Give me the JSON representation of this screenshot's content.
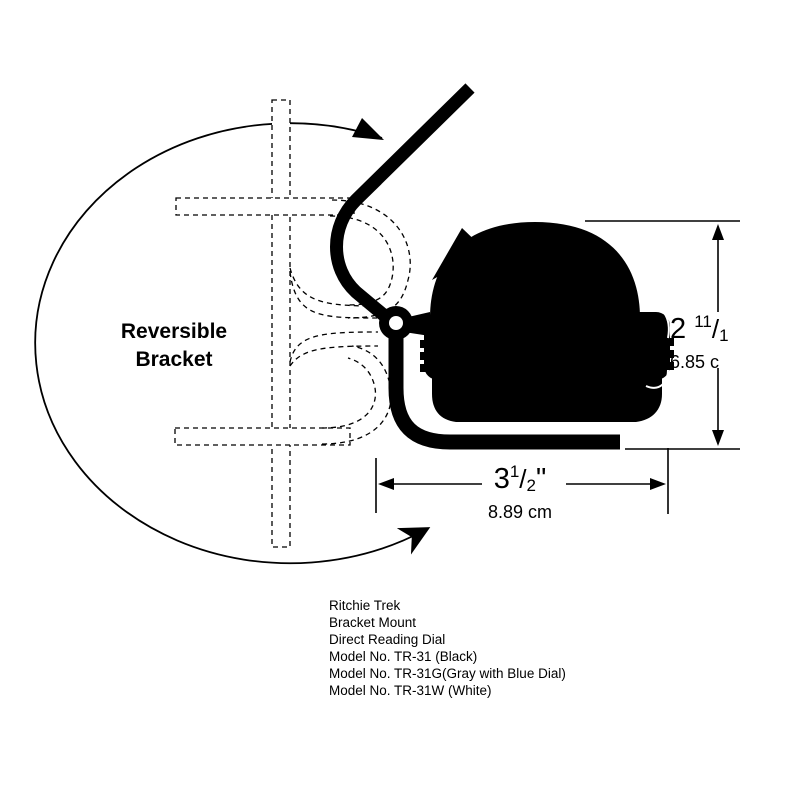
{
  "caption": {
    "line1": "Reversible",
    "line2": "Bracket"
  },
  "height_dimension": {
    "whole": "2",
    "fraction_numerator": "11",
    "fraction_slash": "/",
    "fraction_denominator": "1",
    "metric": "6.85 c"
  },
  "width_dimension": {
    "whole": "3",
    "fraction_numerator": "1",
    "fraction_slash": "/",
    "fraction_denominator": "2",
    "unit": "\"",
    "metric": "8.89 cm"
  },
  "product_info": {
    "lines": [
      "Ritchie Trek",
      "Bracket Mount",
      "Direct Reading Dial",
      "Model No. TR-31 (Black)",
      "Model No. TR-31G(Gray with Blue Dial)",
      "Model No. TR-31W (White)"
    ]
  },
  "colors": {
    "ink": "#000000",
    "paper": "#ffffff"
  }
}
